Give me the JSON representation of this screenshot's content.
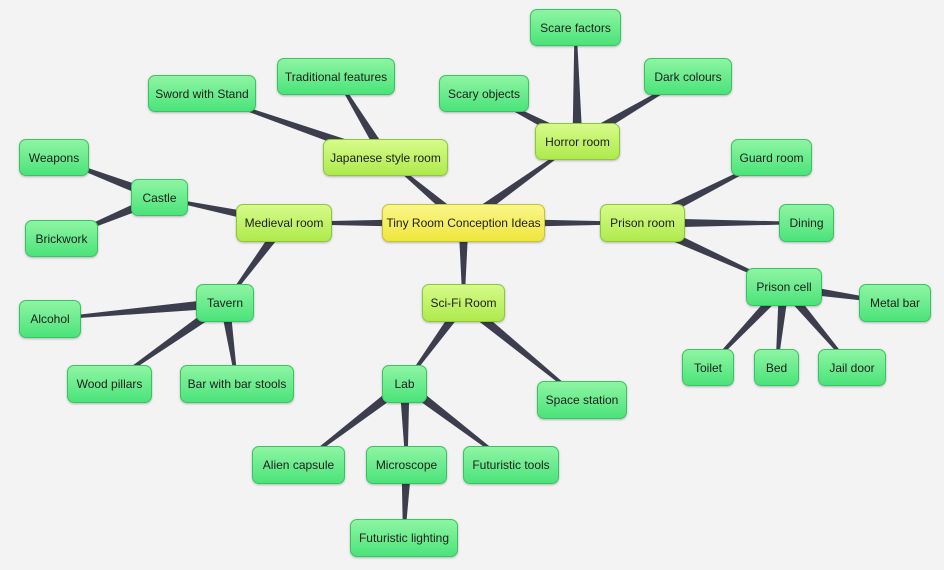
{
  "diagram": {
    "colors": {
      "background": "#f3f3f3",
      "central": "#f5ee5a",
      "branch": "#c2f36a",
      "leaf": "#5de98a",
      "connector": "#3c3e4e"
    },
    "nodes": {
      "center": "Tiny Room Conception Ideas",
      "japanese": "Japanese style room",
      "sword": "Sword with Stand",
      "traditional": "Traditional features",
      "horror": "Horror room",
      "scare": "Scare factors",
      "scary": "Scary objects",
      "dark": "Dark colours",
      "medieval": "Medieval room",
      "castle": "Castle",
      "weapons": "Weapons",
      "brickwork": "Brickwork",
      "tavern": "Tavern",
      "alcohol": "Alcohol",
      "woodpillars": "Wood pillars",
      "barstools": "Bar with bar stools",
      "prison": "Prison room",
      "guard": "Guard room",
      "dining": "Dining",
      "cell": "Prison cell",
      "metalbar": "Metal bar",
      "toilet": "Toilet",
      "bed": "Bed",
      "jaildoor": "Jail door",
      "scifi": "Sci-Fi Room",
      "lab": "Lab",
      "space": "Space station",
      "alien": "Alien capsule",
      "microscope": "Microscope",
      "tools": "Futuristic tools",
      "lighting": "Futuristic lighting"
    }
  }
}
